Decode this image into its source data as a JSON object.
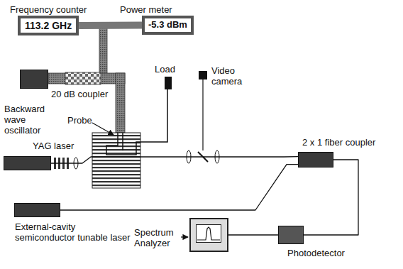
{
  "diagram": {
    "nodes": [
      {
        "text": [
          "Frequency counter",
          "113.2 GHz"
        ]
      },
      {
        "text": [
          "Power meter",
          "-5.3 dBm"
        ]
      },
      {
        "text": [
          "Backward wave oscillator"
        ]
      },
      {
        "text": [
          "Load"
        ]
      },
      {
        "text": [
          "Video camera"
        ]
      },
      {
        "text": [
          "YAG laser"
        ]
      },
      {
        "text": [
          "2 x 1 fiber coupler"
        ]
      },
      {
        "text": [
          "External-cavity semiconductor tunable laser"
        ]
      },
      {
        "text": [
          "Spectrum Analyzer"
        ]
      },
      {
        "text": [
          "Photodetector"
        ]
      }
    ],
    "edges": [
      {
        "from": 0,
        "to": 1,
        "arrow": "none"
      },
      {
        "from": 5,
        "to": 6,
        "arrow": "none"
      },
      {
        "from": 7,
        "to": 6,
        "arrow": "none"
      },
      {
        "from": 6,
        "to": 9,
        "arrow": "none"
      },
      {
        "from": 9,
        "to": 8,
        "arrow": "none"
      }
    ],
    "labels": [
      "20 dB coupler",
      "Probe"
    ]
  }
}
